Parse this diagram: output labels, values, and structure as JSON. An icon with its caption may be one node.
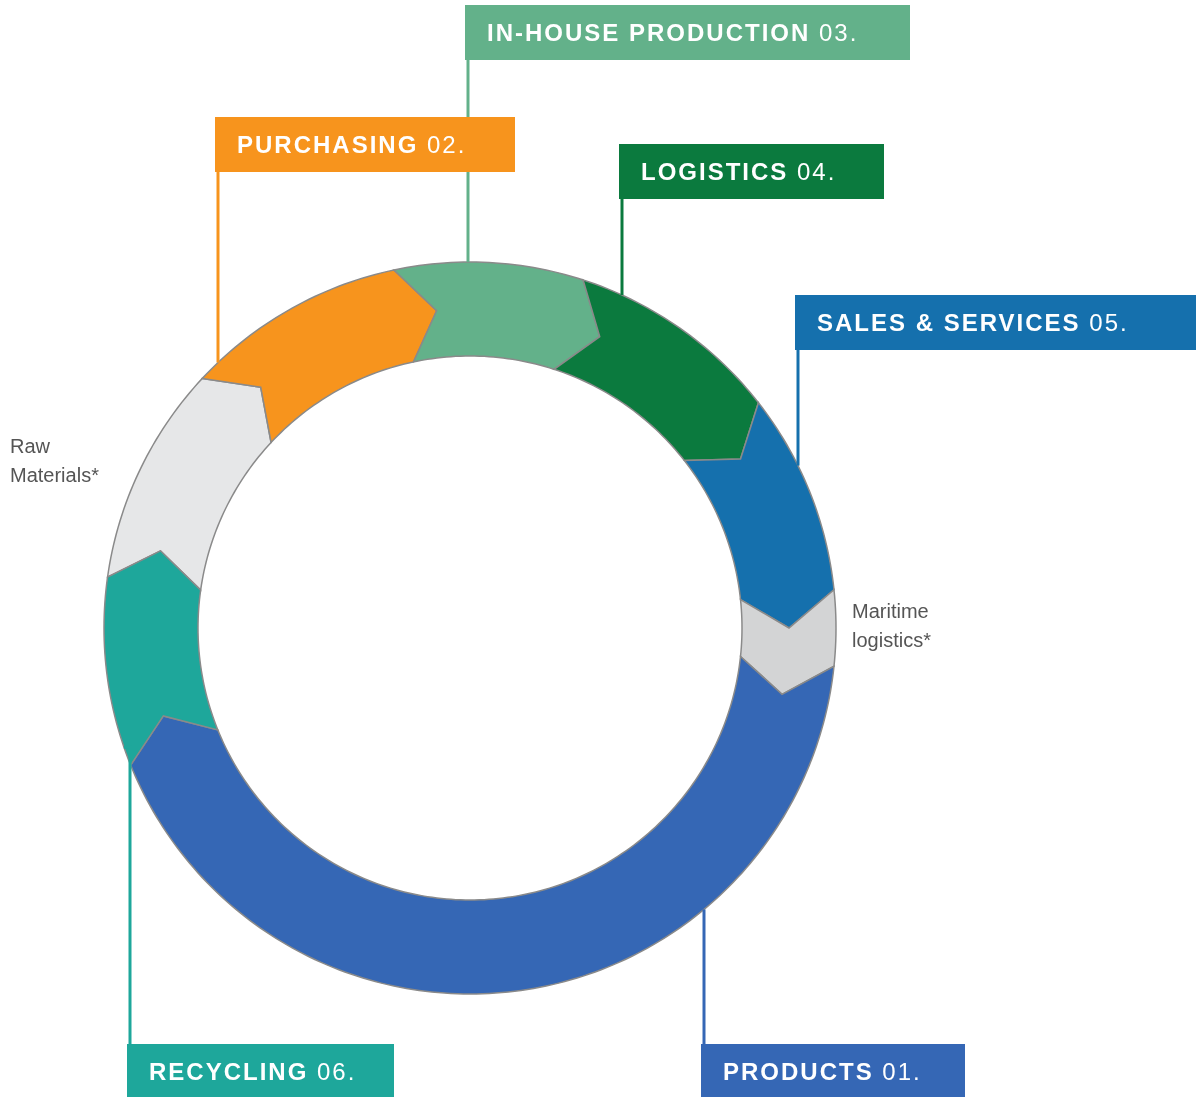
{
  "diagram": {
    "nodes": [
      {
        "text": [
          "**IN-HOUSE PRODUCTION** 03."
        ]
      },
      {
        "text": [
          "**PURCHASING** 02."
        ]
      },
      {
        "text": [
          "**LOGISTICS** 04."
        ]
      },
      {
        "text": [
          "**SALES & SERVICES** 05."
        ]
      },
      {
        "text": [
          "**RECYCLING** 06."
        ]
      },
      {
        "text": [
          "**PRODUCTS** 01."
        ]
      },
      {
        "text": [],
        "shape": "arrow",
        "beside": [
          "Raw Materials*"
        ]
      },
      {
        "text": [],
        "shape": "arrow"
      },
      {
        "text": [],
        "shape": "arrow"
      },
      {
        "text": [],
        "shape": "arrow"
      },
      {
        "text": [],
        "shape": "arrow"
      },
      {
        "text": [],
        "shape": "arrow",
        "beside": [
          "Maritime logistics*"
        ]
      },
      {
        "text": [],
        "shape": "arrow"
      },
      {
        "text": [],
        "shape": "arrow"
      }
    ],
    "edges": [
      {
        "from": 0,
        "to": 8,
        "arrow": "none",
        "color": "#63b18a"
      },
      {
        "from": 1,
        "to": 7,
        "arrow": "none",
        "color": "#f7941d"
      },
      {
        "from": 2,
        "to": 9,
        "arrow": "none",
        "color": "#0b7a3e"
      },
      {
        "from": 3,
        "to": 10,
        "arrow": "none",
        "color": "#1570ad"
      },
      {
        "from": 4,
        "to": 13,
        "arrow": "none",
        "color": "#1ea79b"
      },
      {
        "from": 5,
        "to": 12,
        "arrow": "none",
        "color": "#3567b5"
      }
    ]
  }
}
